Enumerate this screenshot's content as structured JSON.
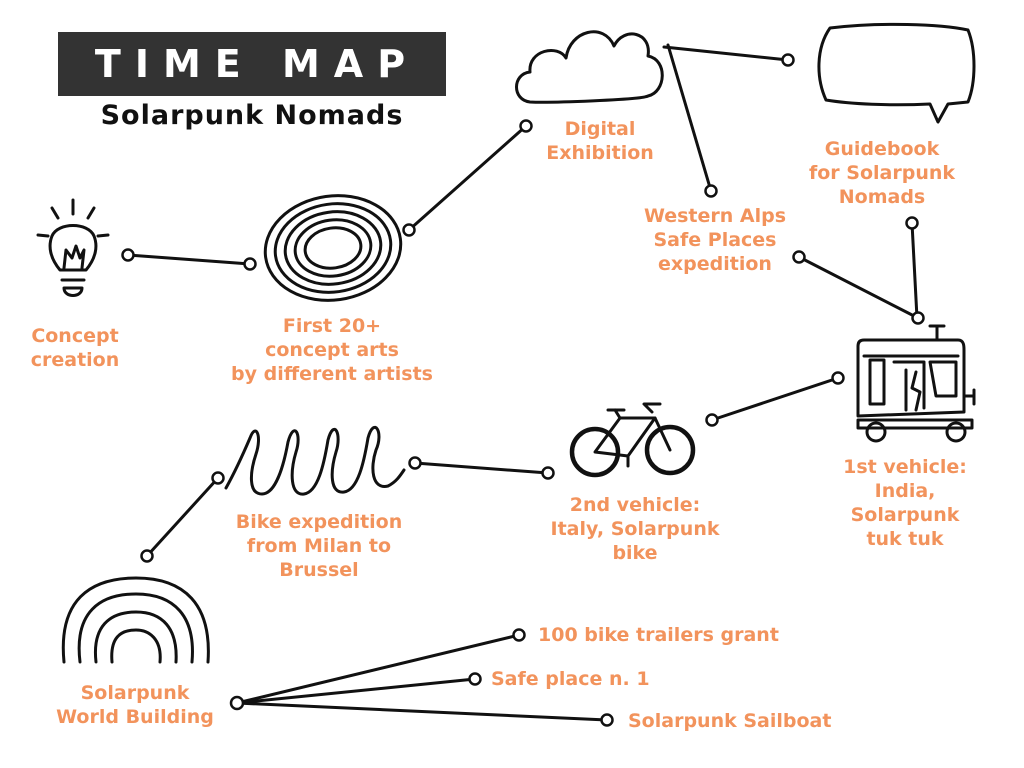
{
  "header": {
    "title": "TIME MAP",
    "subtitle": "Solarpunk Nomads"
  },
  "colors": {
    "accent": "#F2935C",
    "ink": "#111111",
    "banner": "#333333"
  },
  "nodes": [
    {
      "id": "concept-creation",
      "label": "Concept\ncreation",
      "icon": "lightbulb-icon"
    },
    {
      "id": "concept-arts",
      "label": "First 20+\nconcept arts\nby different artists",
      "icon": "nested-rings-icon"
    },
    {
      "id": "digital-exhibition",
      "label": "Digital\nExhibition",
      "icon": "cloud-icon"
    },
    {
      "id": "guidebook",
      "label": "Guidebook\nfor Solarpunk\nNomads",
      "icon": "speech-bubble-icon"
    },
    {
      "id": "western-alps",
      "label": "Western Alps\nSafe Places\nexpedition",
      "icon": ""
    },
    {
      "id": "first-vehicle",
      "label": "1st vehicle:\nIndia, Solarpunk\ntuk tuk",
      "icon": "tuk-tuk-icon"
    },
    {
      "id": "second-vehicle",
      "label": "2nd vehicle:\nItaly, Solarpunk\nbike",
      "icon": "bicycle-icon"
    },
    {
      "id": "bike-expedition",
      "label": "Bike expedition\nfrom Milan to\nBrussel",
      "icon": "squiggle-icon"
    },
    {
      "id": "world-building",
      "label": "Solarpunk\nWorld Building",
      "icon": "rainbow-icon"
    },
    {
      "id": "bike-trailers",
      "label": "100 bike trailers grant",
      "icon": ""
    },
    {
      "id": "safe-place",
      "label": "Safe place n. 1",
      "icon": ""
    },
    {
      "id": "sailboat",
      "label": "Solarpunk Sailboat",
      "icon": ""
    }
  ]
}
